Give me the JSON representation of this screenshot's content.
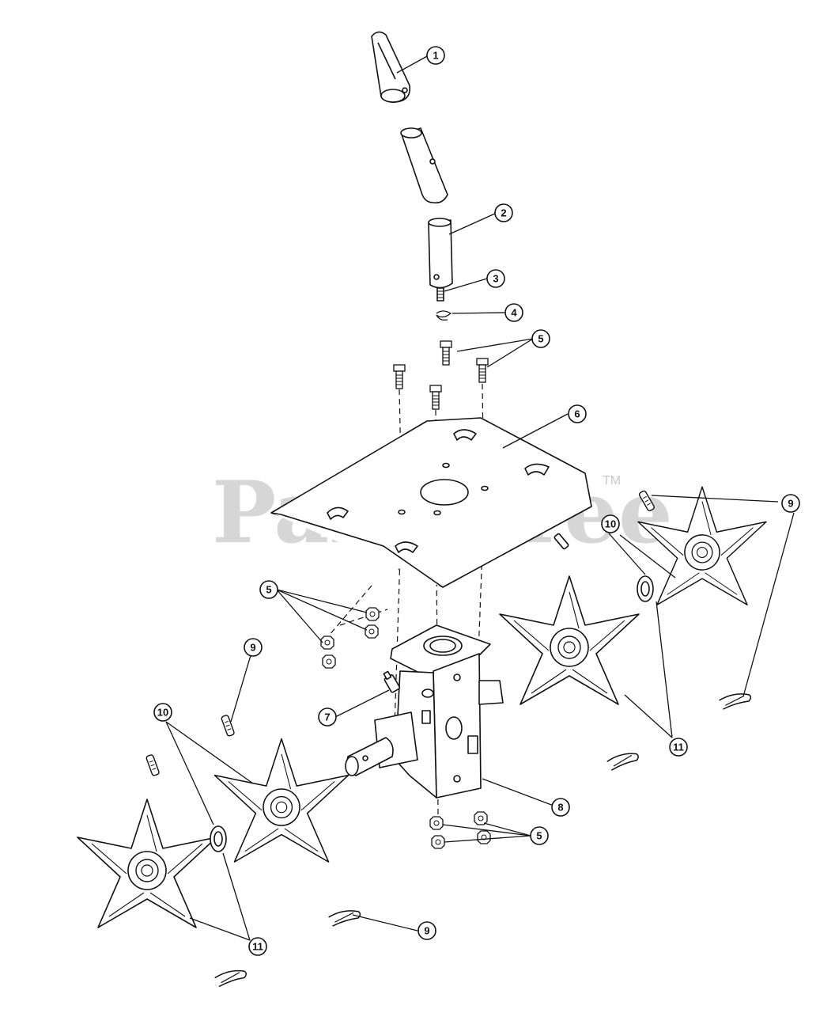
{
  "watermark": {
    "brand": "PartsTree",
    "trademark": "TM"
  },
  "callouts": [
    "1",
    "2",
    "3",
    "4",
    "5",
    "5",
    "5",
    "6",
    "7",
    "8",
    "9",
    "9",
    "9",
    "10",
    "10",
    "11",
    "11"
  ]
}
